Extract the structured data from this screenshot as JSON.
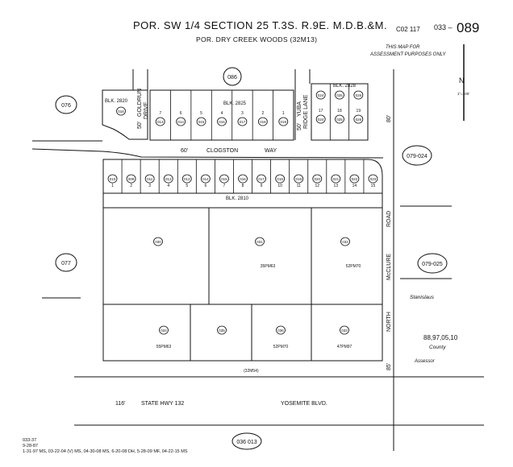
{
  "header": {
    "title": "POR. SW 1/4   SECTION 25   T.3S.   R.9E.   M.D.B.&M.",
    "subtitle": "POR.  DRY CREEK WOODS  (32M13)",
    "map_ref": "C02 117",
    "page_small": "033 –",
    "page_big": "089"
  },
  "notes": {
    "assessment_line1": "THIS MAP FOR",
    "assessment_line2": "ASSESSMENT PURPOSES ONLY",
    "north_label": "N",
    "scale": "1\"=100'"
  },
  "adjacent_pages": {
    "top": "086",
    "left_top": "076",
    "left_mid": "077",
    "right_top": "079-024",
    "right_mid": "079-025",
    "bottom": "036 013"
  },
  "streets": {
    "goldrun_width": "50'",
    "goldrun_name": "GOLDRUN",
    "goldrun_suffix": "DRIVE",
    "yuba_width": "50'",
    "yuba_name": "YUBA",
    "yuba_suffix": "RIDGE LANE",
    "clogston_width": "60'",
    "clogston_name": "CLOGSTON",
    "clogston_suffix": "WAY",
    "mcclure_top_width": "80'",
    "mcclure_bottom_width": "85'",
    "mcclure_name": "NORTH",
    "mcclure_name2": "McCLURE",
    "mcclure_suffix": "ROAD",
    "hwy_width": "116'",
    "hwy_name": "STATE   HWY   132",
    "hwy_name2": "YOSEMITE   BLVD."
  },
  "blocks": {
    "blk_top_left": "BLK. 2820",
    "blk_top_mid": "BLK. 2825",
    "blk_top_right": "BLK. 2828",
    "blk_middle": "BLK. 2810",
    "bottom_ref": "(32M54)"
  },
  "parcels": {
    "top_left": "016",
    "top_row_nums": [
      "7",
      "6",
      "5",
      "4",
      "3",
      "2",
      "1"
    ],
    "top_row_apns": [
      "013",
      "014",
      "015",
      "016",
      "017",
      "018",
      "019"
    ],
    "top_right_nums": [
      "17",
      "18",
      "19"
    ],
    "top_right_apns": [
      "024",
      "025",
      "026"
    ],
    "mid_row_nums": [
      "1",
      "2",
      "3",
      "4",
      "5",
      "6",
      "7",
      "8",
      "9",
      "10",
      "11",
      "12",
      "13",
      "14",
      "15"
    ],
    "mid_row_apns": [
      "010",
      "009",
      "011",
      "012",
      "013",
      "014",
      "015",
      "016",
      "017",
      "018",
      "019",
      "020",
      "021",
      "022",
      "023"
    ],
    "large_upper": [
      "030",
      "031",
      "032"
    ],
    "large_upper_pm": [
      "",
      "35PM63",
      "52PM70"
    ],
    "large_lower": [
      "034",
      "035",
      "036",
      "033"
    ],
    "large_lower_pm": [
      "55PM63",
      "",
      "52PM70",
      "47PM97"
    ]
  },
  "legend": {
    "county1": "Stanislaus",
    "county2": "County",
    "years": "88,97,05,10",
    "office": "Assessor"
  },
  "footer": {
    "line1": "033-37",
    "line2": "9-28-87",
    "line3": "1-31-97 MS, 03-22-04 (V) MS, 04-30-08 MS, 6-20-08 DH, 5-28-09 MF, 04-22-15 MS"
  }
}
